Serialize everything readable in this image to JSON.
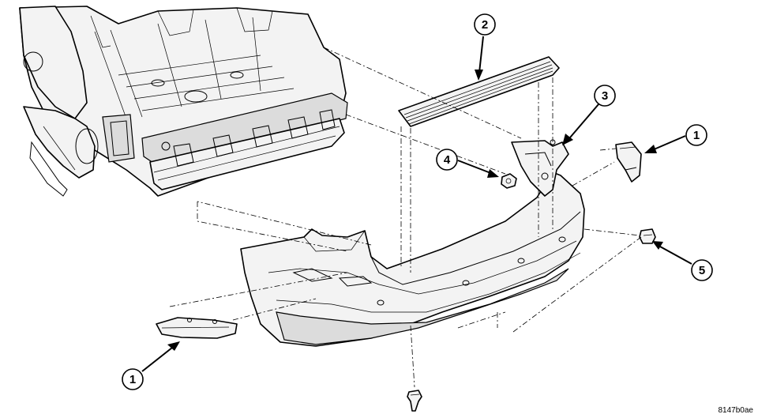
{
  "diagram": {
    "figure_code": "8147b0ae",
    "callouts": [
      {
        "id": "callout-2",
        "label": "2"
      },
      {
        "id": "callout-3",
        "label": "3"
      },
      {
        "id": "callout-1-right",
        "label": "1"
      },
      {
        "id": "callout-4",
        "label": "4"
      },
      {
        "id": "callout-5",
        "label": "5"
      },
      {
        "id": "callout-1-left",
        "label": "1"
      }
    ]
  }
}
